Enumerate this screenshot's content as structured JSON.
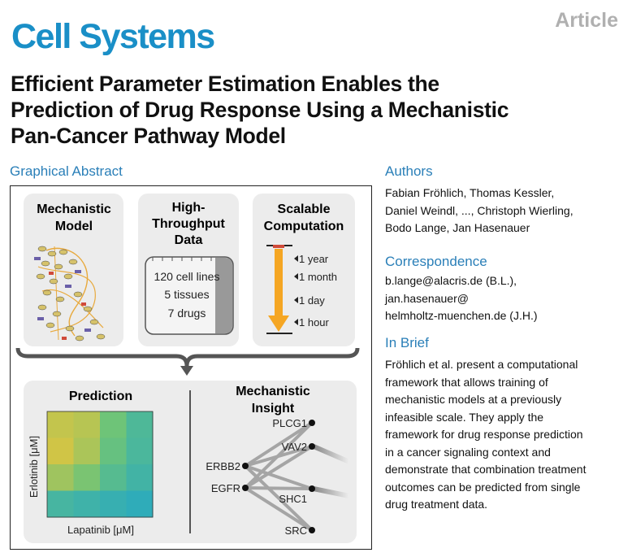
{
  "header": {
    "journal": "Cell Systems",
    "article_type": "Article",
    "title_lines": [
      "Efficient Parameter Estimation Enables the",
      "Prediction of Drug Response Using a Mechanistic",
      "Pan-Cancer Pathway Model"
    ]
  },
  "graphical_abstract": {
    "heading": "Graphical Abstract",
    "panel_model": {
      "lines": [
        "Mechanistic",
        "Model"
      ]
    },
    "panel_data": {
      "lines": [
        "High-",
        "Throughput",
        "Data"
      ],
      "items": [
        "120 cell lines",
        "5 tissues",
        "7 drugs"
      ]
    },
    "panel_compute": {
      "lines": [
        "Scalable",
        "Computation"
      ],
      "times": [
        "1 year",
        "1 month",
        "1 day",
        "1 hour"
      ]
    },
    "prediction": {
      "title": "Prediction",
      "ylabel": "Erlotinib [μM]",
      "xlabel": "Lapatinib [μM]"
    },
    "insight": {
      "lines": [
        "Mechanistic",
        "Insight"
      ],
      "left_nodes": [
        "ERBB2",
        "EGFR"
      ],
      "right_nodes": [
        "PLCG1",
        "VAV2",
        "SHC1",
        "SRC"
      ]
    },
    "colors": {
      "accent": "#f5a623",
      "heat_high": "#e8c53a",
      "heat_low": "#1fa6c9"
    }
  },
  "authors": {
    "heading": "Authors",
    "lines": [
      "Fabian Fröhlich, Thomas Kessler,",
      "Daniel Weindl, ..., Christoph Wierling,",
      "Bodo Lange, Jan Hasenauer"
    ]
  },
  "correspondence": {
    "heading": "Correspondence",
    "lines": [
      "b.lange@alacris.de (B.L.),",
      "jan.hasenauer@",
      "helmholtz-muenchen.de (J.H.)"
    ]
  },
  "in_brief": {
    "heading": "In Brief",
    "lines": [
      "Fröhlich et al. present a computational",
      "framework that allows training of",
      "mechanistic models at a previously",
      "infeasible scale. They apply the",
      "framework for drug response prediction",
      "in a cancer signaling context and",
      "demonstrate that combination treatment",
      "outcomes can be predicted from single",
      "drug treatment data."
    ]
  },
  "chart_data": {
    "type": "heatmap",
    "title": "Prediction",
    "xlabel": "Lapatinib [μM]",
    "ylabel": "Erlotinib [μM]",
    "values": [
      [
        0.85,
        0.8,
        0.5,
        0.3
      ],
      [
        0.9,
        0.75,
        0.45,
        0.28
      ],
      [
        0.7,
        0.55,
        0.35,
        0.22
      ],
      [
        0.25,
        0.2,
        0.15,
        0.1
      ]
    ]
  }
}
